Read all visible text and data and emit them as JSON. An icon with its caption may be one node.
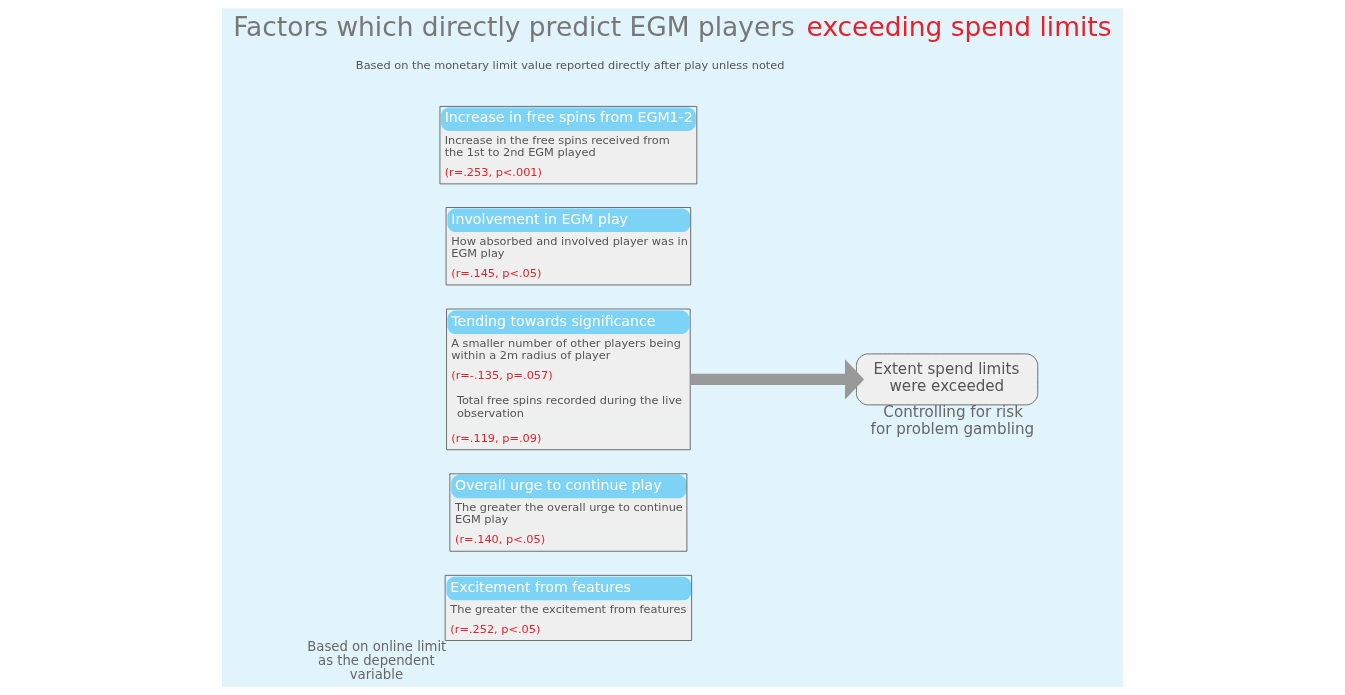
{
  "diagram": {
    "title": "Factors which directly predict EGM players exceeding spend limits",
    "nodes": [
      {
        "text": [
          "Increase in free spins from EGM1-2",
          "Increase in the free spins received from the 1st to 2nd EGM played",
          "(r=.253, p<.001)"
        ]
      },
      {
        "text": [
          "Involvement in EGM play",
          "How absorbed and involved player was in EGM play",
          "(r=.145, p<.05)"
        ]
      },
      {
        "text": [
          "Overall urge to continue play",
          "The greater the overall urge to continue EGM play",
          "(r=.140, p<.05)"
        ]
      },
      {
        "text": [
          "Excitement from features",
          "The greater the excitement from features",
          "(r=.252, p<.05)"
        ],
        "beside": [
          "Based on online limit as the dependent variable"
        ]
      },
      {
        "text": [
          "Tending towards significance",
          "A smaller number of other players being within a 2m radius of player",
          "(r=-.135, p=.057)",
          "Total free spins recorded during the live observation",
          "(r=.119, p=.09)"
        ]
      },
      {
        "text": [
          "Extent spend limits were exceeded"
        ],
        "beside": [
          "Controlling for risk for problem gambling"
        ]
      }
    ],
    "edges": [
      {
        "from": 4,
        "to": 5,
        "arrow": "to"
      }
    ],
    "labels": [
      "Based on the monetary limit value reported directly after play unless noted"
    ]
  }
}
